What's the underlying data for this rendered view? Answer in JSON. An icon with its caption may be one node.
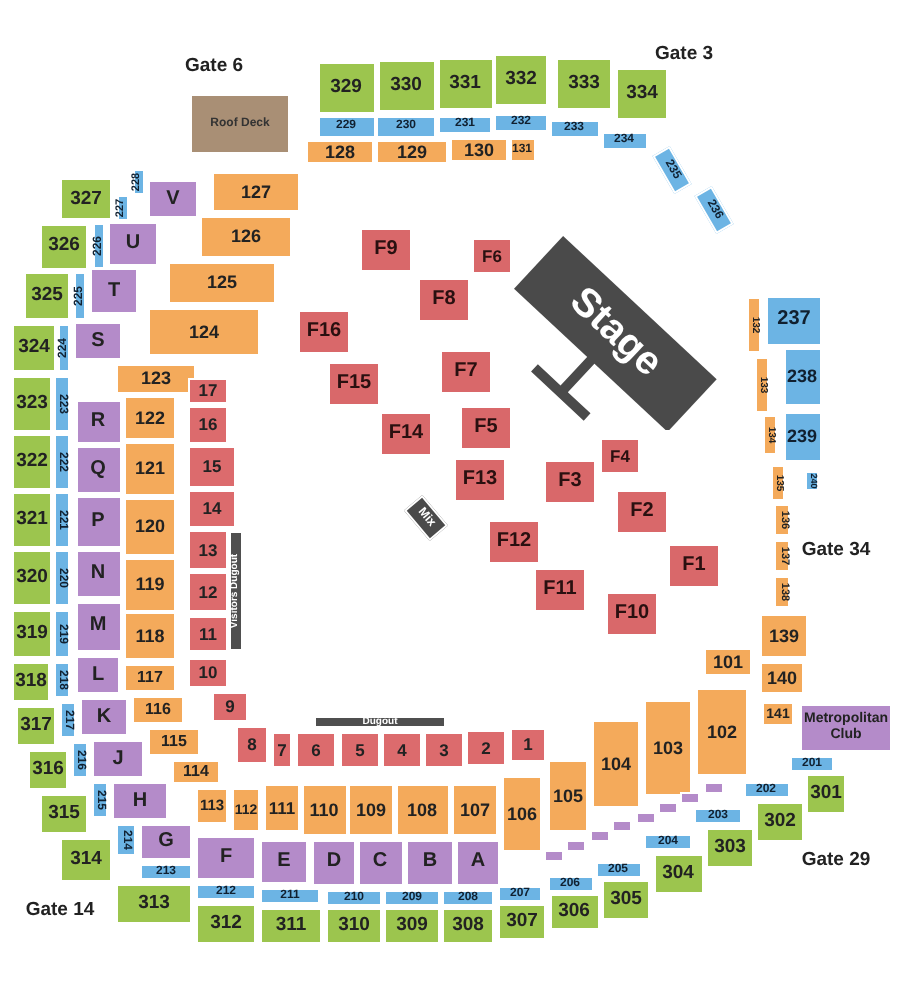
{
  "diagram": {
    "nodes": [
      {
        "text": [
          "Roof Deck"
        ]
      },
      {
        "text": [
          "329"
        ]
      },
      {
        "text": [
          "330"
        ]
      },
      {
        "text": [
          "331"
        ]
      },
      {
        "text": [
          "332"
        ]
      },
      {
        "text": [
          "333"
        ]
      },
      {
        "text": [
          "334"
        ]
      },
      {
        "text": [
          "229"
        ]
      },
      {
        "text": [
          "230"
        ]
      },
      {
        "text": [
          "231"
        ]
      },
      {
        "text": [
          "232"
        ]
      },
      {
        "text": [
          "233"
        ]
      },
      {
        "text": [
          "234"
        ]
      },
      {
        "text": [
          "235"
        ]
      },
      {
        "text": [
          "236"
        ]
      },
      {
        "text": [
          "128"
        ]
      },
      {
        "text": [
          "129"
        ]
      },
      {
        "text": [
          "130"
        ]
      },
      {
        "text": [
          "131"
        ]
      },
      {
        "text": [
          "327"
        ]
      },
      {
        "text": [
          "326"
        ]
      },
      {
        "text": [
          "325"
        ]
      },
      {
        "text": [
          "324"
        ]
      },
      {
        "text": [
          "228"
        ]
      },
      {
        "text": [
          "227"
        ]
      },
      {
        "text": [
          "226"
        ]
      },
      {
        "text": [
          "225"
        ]
      },
      {
        "text": [
          "224"
        ]
      },
      {
        "text": [
          "V"
        ]
      },
      {
        "text": [
          "U"
        ]
      },
      {
        "text": [
          "T"
        ]
      },
      {
        "text": [
          "S"
        ]
      },
      {
        "text": [
          "127"
        ]
      },
      {
        "text": [
          "126"
        ]
      },
      {
        "text": [
          "125"
        ]
      },
      {
        "text": [
          "124"
        ]
      },
      {
        "text": [
          "123"
        ]
      },
      {
        "text": [
          "323"
        ]
      },
      {
        "text": [
          "322"
        ]
      },
      {
        "text": [
          "321"
        ]
      },
      {
        "text": [
          "320"
        ]
      },
      {
        "text": [
          "319"
        ]
      },
      {
        "text": [
          "318"
        ]
      },
      {
        "text": [
          "223"
        ]
      },
      {
        "text": [
          "222"
        ]
      },
      {
        "text": [
          "221"
        ]
      },
      {
        "text": [
          "220"
        ]
      },
      {
        "text": [
          "219"
        ]
      },
      {
        "text": [
          "218"
        ]
      },
      {
        "text": [
          "R"
        ]
      },
      {
        "text": [
          "Q"
        ]
      },
      {
        "text": [
          "P"
        ]
      },
      {
        "text": [
          "N"
        ]
      },
      {
        "text": [
          "M"
        ]
      },
      {
        "text": [
          "L"
        ]
      },
      {
        "text": [
          "122"
        ]
      },
      {
        "text": [
          "121"
        ]
      },
      {
        "text": [
          "120"
        ]
      },
      {
        "text": [
          "119"
        ]
      },
      {
        "text": [
          "118"
        ]
      },
      {
        "text": [
          "117"
        ]
      },
      {
        "text": [
          "17"
        ]
      },
      {
        "text": [
          "16"
        ]
      },
      {
        "text": [
          "15"
        ]
      },
      {
        "text": [
          "14"
        ]
      },
      {
        "text": [
          "13"
        ]
      },
      {
        "text": [
          "12"
        ]
      },
      {
        "text": [
          "11"
        ]
      },
      {
        "text": [
          "Visitors Dugout"
        ]
      },
      {
        "text": [
          "10"
        ]
      },
      {
        "text": [
          "9"
        ]
      },
      {
        "text": [
          "8"
        ]
      },
      {
        "text": [
          "7"
        ]
      },
      {
        "text": [
          "6"
        ]
      },
      {
        "text": [
          "5"
        ]
      },
      {
        "text": [
          "4"
        ]
      },
      {
        "text": [
          "3"
        ]
      },
      {
        "text": [
          "2"
        ]
      },
      {
        "text": [
          "1"
        ]
      },
      {
        "text": [
          "Dugout"
        ]
      },
      {
        "text": [
          "116"
        ]
      },
      {
        "text": [
          "115"
        ]
      },
      {
        "text": [
          "114"
        ]
      },
      {
        "text": [
          "113"
        ]
      },
      {
        "text": [
          "112"
        ]
      },
      {
        "text": [
          "111"
        ]
      },
      {
        "text": [
          "110"
        ]
      },
      {
        "text": [
          "109"
        ]
      },
      {
        "text": [
          "108"
        ]
      },
      {
        "text": [
          "107"
        ]
      },
      {
        "text": [
          "K"
        ]
      },
      {
        "text": [
          "J"
        ]
      },
      {
        "text": [
          "H"
        ]
      },
      {
        "text": [
          "G"
        ]
      },
      {
        "text": [
          "F"
        ]
      },
      {
        "text": [
          "E"
        ]
      },
      {
        "text": [
          "D"
        ]
      },
      {
        "text": [
          "C"
        ]
      },
      {
        "text": [
          "B"
        ]
      },
      {
        "text": [
          "A"
        ]
      },
      {
        "text": [
          "217"
        ]
      },
      {
        "text": [
          "216"
        ]
      },
      {
        "text": [
          "215"
        ]
      },
      {
        "text": [
          "214"
        ]
      },
      {
        "text": [
          "213"
        ]
      },
      {
        "text": [
          "212"
        ]
      },
      {
        "text": [
          "211"
        ]
      },
      {
        "text": [
          "317"
        ]
      },
      {
        "text": [
          "316"
        ]
      },
      {
        "text": [
          "315"
        ]
      },
      {
        "text": [
          "314"
        ]
      },
      {
        "text": [
          "313"
        ]
      },
      {
        "text": [
          "312"
        ]
      },
      {
        "text": [
          "311"
        ]
      },
      {
        "text": [
          "210"
        ]
      },
      {
        "text": [
          "209"
        ]
      },
      {
        "text": [
          "208"
        ]
      },
      {
        "text": [
          "207"
        ]
      },
      {
        "text": [
          "206"
        ]
      },
      {
        "text": [
          "205"
        ]
      },
      {
        "text": [
          "204"
        ]
      },
      {
        "text": [
          "203"
        ]
      },
      {
        "text": [
          "202"
        ]
      },
      {
        "text": [
          "201"
        ]
      },
      {
        "text": [
          "310"
        ]
      },
      {
        "text": [
          "309"
        ]
      },
      {
        "text": [
          "308"
        ]
      },
      {
        "text": [
          "307"
        ]
      },
      {
        "text": [
          "306"
        ]
      },
      {
        "text": [
          "305"
        ]
      },
      {
        "text": [
          "304"
        ]
      },
      {
        "text": [
          "303"
        ]
      },
      {
        "text": [
          "302"
        ]
      },
      {
        "text": [
          "301"
        ]
      },
      {
        "text": [
          "106"
        ]
      },
      {
        "text": [
          "105"
        ]
      },
      {
        "text": [
          "104"
        ]
      },
      {
        "text": [
          "103"
        ]
      },
      {
        "text": [
          "102"
        ]
      },
      {
        "text": [
          "101"
        ]
      },
      {
        "text": [
          "140"
        ]
      },
      {
        "text": [
          "141"
        ]
      },
      {
        "text": [
          "139"
        ]
      },
      {
        "text": [
          "Metropolitan Club"
        ]
      },
      {
        "text": [],
        "shape": "box"
      },
      {
        "text": [],
        "shape": "box"
      },
      {
        "text": [],
        "shape": "box"
      },
      {
        "text": [],
        "shape": "box"
      },
      {
        "text": [],
        "shape": "box"
      },
      {
        "text": [],
        "shape": "box"
      },
      {
        "text": [],
        "shape": "box"
      },
      {
        "text": [],
        "shape": "box"
      },
      {
        "text": [
          "237"
        ]
      },
      {
        "text": [
          "238"
        ]
      },
      {
        "text": [
          "239"
        ]
      },
      {
        "text": [
          "240"
        ]
      },
      {
        "text": [
          "132"
        ]
      },
      {
        "text": [
          "133"
        ]
      },
      {
        "text": [
          "134"
        ]
      },
      {
        "text": [
          "135"
        ]
      },
      {
        "text": [
          "136"
        ]
      },
      {
        "text": [
          "137"
        ]
      },
      {
        "text": [
          "138"
        ]
      },
      {
        "text": [
          "F9"
        ]
      },
      {
        "text": [
          "F8"
        ]
      },
      {
        "text": [
          "F16"
        ]
      },
      {
        "text": [
          "F15"
        ]
      },
      {
        "text": [
          "F7"
        ]
      },
      {
        "text": [
          "F6"
        ]
      },
      {
        "text": [
          "F14"
        ]
      },
      {
        "text": [
          "F5"
        ]
      },
      {
        "text": [
          "F4"
        ]
      },
      {
        "text": [
          "F13"
        ]
      },
      {
        "text": [
          "F3"
        ]
      },
      {
        "text": [
          "F2"
        ]
      },
      {
        "text": [
          "F12"
        ]
      },
      {
        "text": [
          "F11"
        ]
      },
      {
        "text": [
          "F1"
        ]
      },
      {
        "text": [
          "F10"
        ]
      },
      {
        "text": [
          "Stage"
        ]
      },
      {
        "text": [
          "Mix"
        ]
      }
    ],
    "labels": [
      "Gate 6",
      "Gate 3",
      "Gate 34",
      "Gate 29",
      "Gate 14"
    ]
  }
}
